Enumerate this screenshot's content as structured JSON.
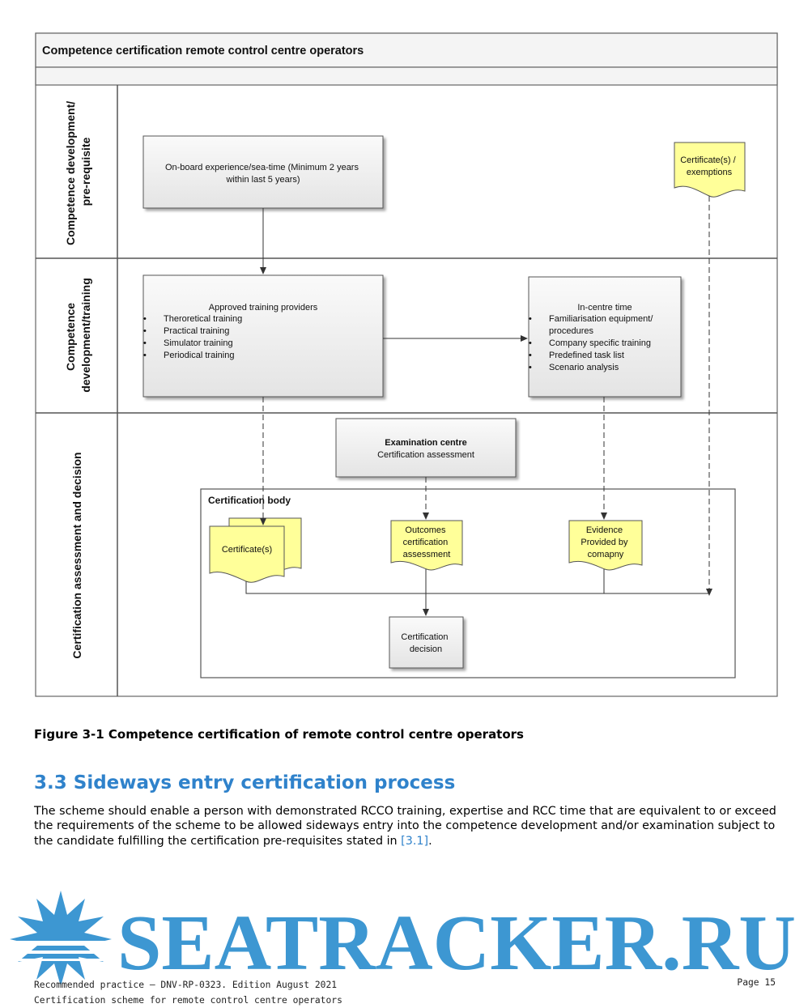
{
  "figure": {
    "title": "Competence certification remote control centre operators",
    "lanes": [
      {
        "line1": "Competence development/",
        "line2": "pre-requisite"
      },
      {
        "line1": "Competence",
        "line2": "development/training"
      },
      {
        "line1": "Certification assessment and decision",
        "line2": ""
      }
    ],
    "onboard": {
      "line1": "On-board experience/sea-time (Minimum 2 years",
      "line2": "within last 5 years)"
    },
    "cert_exemptions": {
      "line1": "Certificate(s) /",
      "line2": "exemptions"
    },
    "training_providers": {
      "title": "Approved training providers",
      "items": [
        "Theroretical training",
        "Practical training",
        "Simulator training",
        "Periodical training"
      ]
    },
    "in_centre": {
      "title": "In-centre time",
      "items": [
        "Familiarisation equipment/",
        "procedures",
        "Company specific training",
        "Predefined task list",
        "Scenario analysis"
      ]
    },
    "exam_centre": {
      "title": "Examination centre",
      "subtitle": "Certification assessment"
    },
    "cert_body": {
      "label": "Certification body"
    },
    "certificates": {
      "label": "Certificate(s)"
    },
    "outcomes": {
      "line1": "Outcomes",
      "line2": "certification",
      "line3": "assessment"
    },
    "evidence": {
      "line1": "Evidence",
      "line2": "Provided by",
      "line3": "comapny"
    },
    "decision": {
      "line1": "Certification",
      "line2": "decision"
    },
    "colors": {
      "doc_fill": "#ffff99",
      "box_fill": "#efefef",
      "lane_border": "#555555",
      "heading": "#2f82cb",
      "watermark": "#3d97d2"
    }
  },
  "caption": "Figure 3-1 Competence certification of remote control centre operators",
  "section": {
    "number": "3.3",
    "title": "Sideways entry certification process",
    "body": "The scheme should enable a person with demonstrated RCCO training, expertise and RCC time that are equivalent to or exceed the requirements of the scheme to be allowed sideways entry into the competence development and/or examination subject to the candidate fulfilling the certification pre-requisites stated in",
    "ref": "[3.1]",
    "end": "."
  },
  "watermark": {
    "text": "SEATRACKER.RU",
    "icon": "sun-over-sea-icon"
  },
  "footer": {
    "line1": "Recommended practice — DNV-RP-0323. Edition August 2021",
    "line2": "Certification scheme for remote control centre operators",
    "page": "Page 15"
  }
}
